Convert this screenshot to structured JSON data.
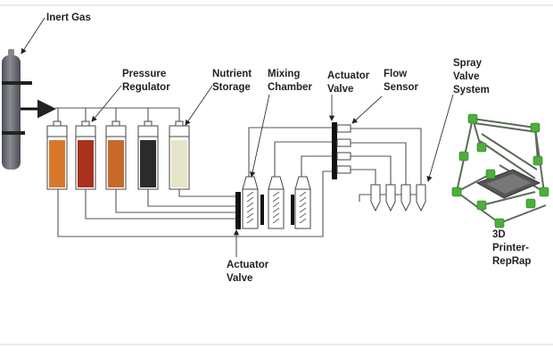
{
  "labels": {
    "inert_gas": "Inert Gas",
    "pressure_regulator": [
      "Pressure",
      "Regulator"
    ],
    "nutrient_storage": [
      "Nutrient",
      "Storage"
    ],
    "mixing_chamber": [
      "Mixing",
      "Chamber"
    ],
    "actuator_valve_top": [
      "Actuator",
      "Valve"
    ],
    "flow_sensor": [
      "Flow",
      "Sensor"
    ],
    "spray_valve_system": [
      "Spray",
      "Valve",
      "System"
    ],
    "printer": [
      "3D",
      "Printer-",
      "RepRap"
    ],
    "actuator_valve_bottom": [
      "Actuator",
      "Valve"
    ]
  },
  "colors": {
    "cylinder": "#6f7179",
    "nutrients": [
      "#d9782a",
      "#a8321c",
      "#c86a28",
      "#2b2b2b",
      "#e6e4c9"
    ],
    "printer_joints": "#4caf3c",
    "valve_bar": "#111111"
  }
}
